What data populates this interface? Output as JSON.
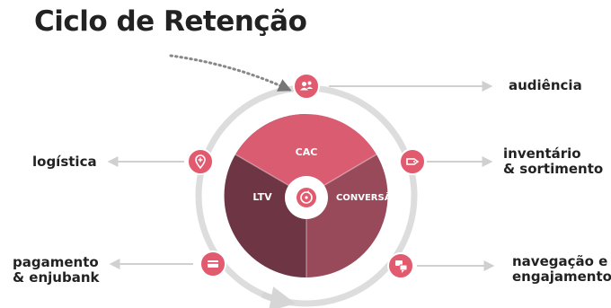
{
  "title": "Ciclo de Retenção",
  "labels": {
    "audiencia": [
      "audiência"
    ],
    "inventario": [
      "inventário",
      "& sortimento"
    ],
    "logistica": [
      "logística"
    ],
    "pagamento": [
      "pagamento",
      "& enjubank"
    ],
    "navegacao": [
      "navegação e",
      "engajamento"
    ]
  },
  "pie": {
    "segments": [
      {
        "label": "CAC",
        "color": "#d95c70"
      },
      {
        "label": "CONVERSÃO",
        "color": "#984a5a"
      },
      {
        "label": "LTV",
        "color": "#6e3644"
      }
    ]
  },
  "colors": {
    "accent": "#e25a6e",
    "ring": "#dddddd",
    "arrow": "#d0d0d0",
    "dotted": "#888888",
    "text": "#222222"
  },
  "icons": {
    "audiencia": "users-icon",
    "inventario": "tag-icon",
    "logistica": "map-pin-icon",
    "pagamento": "credit-card-icon",
    "navegacao": "chat-icon",
    "center": "cycle-icon"
  }
}
